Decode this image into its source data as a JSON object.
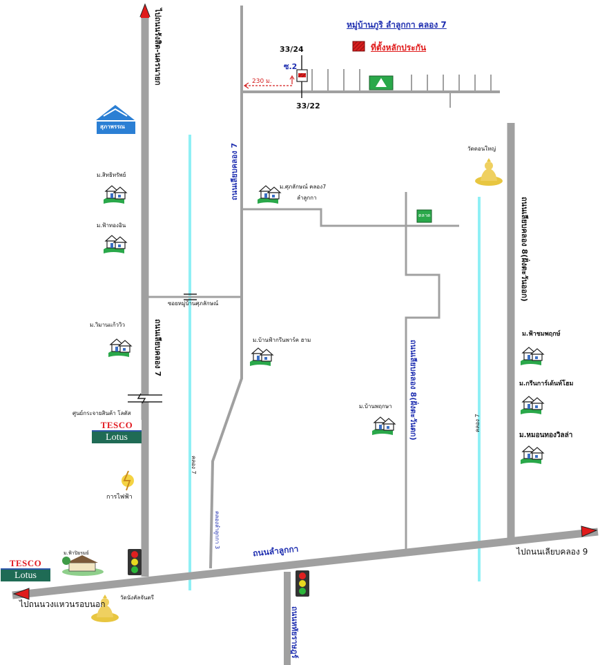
{
  "title": "หมู่บ้านภูริ ลำลูกกา คลอง 7",
  "legend": {
    "label": "ที่ตั้งหลักประกัน",
    "color": "#d81e1e"
  },
  "house_numbers": {
    "top": "33/24",
    "bottom": "33/22"
  },
  "soi_label": "ซ.2",
  "distance_label": "230 ม.",
  "roads": {
    "left_main_top": "ไปถนนรังสิต-นครนายก",
    "left_main_mid": "ถนนเลียบคลอง 7",
    "mid_road": "ถนนเลียบคลอง 7",
    "right_road": "ถนนเลียบคลอง 8(ฝั่งตะวันออก)",
    "inner_road": "ถนนเลียบคลอง 8(ฝั่งตะวันตก)",
    "bottom_main": "ถนนลำลูกกา",
    "bottom_vertical": "ถนนหทัยราษฎร์",
    "soi_link": "ซอยหมู่บ้านศุภลักษณ์",
    "canal_left": "คลอง 7",
    "canal_right": "คลอง 7",
    "canal_bottom": "คลองลำลูกกา 3"
  },
  "directions": {
    "right": "ไปถนนเลียบคลอง 9",
    "left": "ไปถนนวงแหวนรอบนอก"
  },
  "places": {
    "village_bigsign": "สุภาพรรณ",
    "sitthisap": "ม.สิทธิทรัพย์",
    "fahthongin": "ม.ฟ้าทองอิน",
    "wimanmaew": "ม.วิมานแก้ววิว",
    "distribution_center": "ศูนย์กระจายสินค้า โลตัส",
    "electric": "การไฟฟ้า",
    "fahpiyarom": "ม.ฟ้าปิยรมย์",
    "wat_bottom": "วัดนังคัลจันตรี",
    "suppalak": "ม.ศุภลักษณ์ คลอง7",
    "suppalak_sub": "ลำลูกกา",
    "baanfah_green": "ม.บ้านฟ้ากรีนพาร์ค ฮาม",
    "baanpruksa": "ม.บ้านพฤกษา",
    "wat_top": "วัดดอนใหญ่",
    "fahchompruek": "ม.ฟ้าชมพฤกษ์",
    "greengarden": "ม.กรีนการ์เด้นท์โฮม",
    "mamonthong": "ม.หมอนทองวิลล่า",
    "market_sign": "ตลาด"
  },
  "brand": {
    "tesco": "TESCO",
    "lotus": "Lotus"
  },
  "colors": {
    "road": "#a0a0a0",
    "canal": "#8ff0f5",
    "label_blue": "#1f2fb0",
    "house_green": "#2aa84a"
  }
}
